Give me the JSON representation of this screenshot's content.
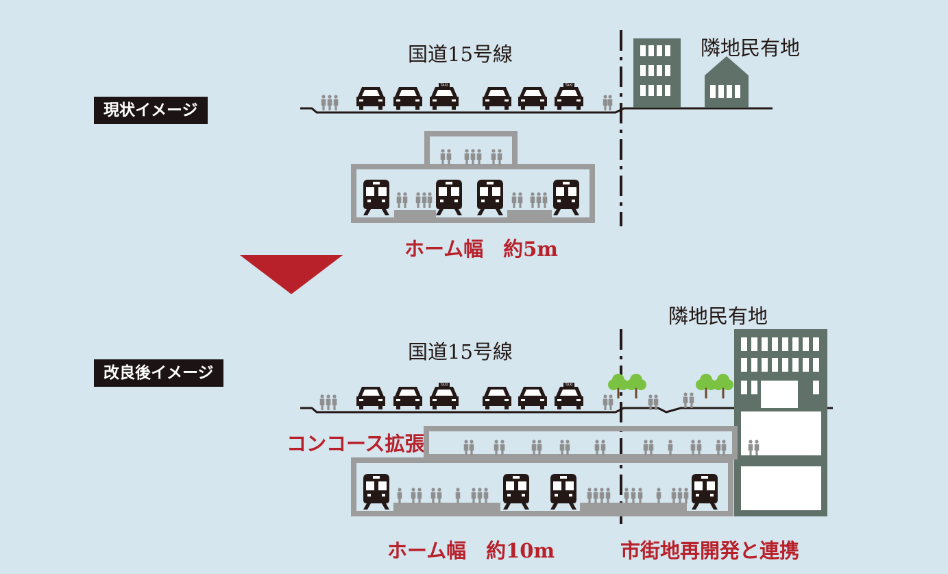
{
  "current": {
    "tag": "現状イメージ",
    "road_label": "国道15号線",
    "neighbor_label": "隣地民有地",
    "platform_label": "ホーム幅　約5m"
  },
  "after": {
    "tag": "改良後イメージ",
    "road_label": "国道15号線",
    "neighbor_label": "隣地民有地",
    "concourse_label": "コンコース拡張",
    "platform_label": "ホーム幅　約10m",
    "redevelopment_label": "市街地再開発と連携"
  },
  "taxi_sign": "TAXI",
  "colors": {
    "background": "#d6e6ef",
    "structure": "#9c9c9c",
    "building": "#5f7169",
    "accent": "#b8202a",
    "dark": "#231815",
    "tree": "#7cc242"
  },
  "icons": [
    "car-icon",
    "taxi-icon",
    "person-icon",
    "train-icon",
    "tree-icon",
    "office-building-icon",
    "house-icon",
    "arrow-down-icon"
  ]
}
